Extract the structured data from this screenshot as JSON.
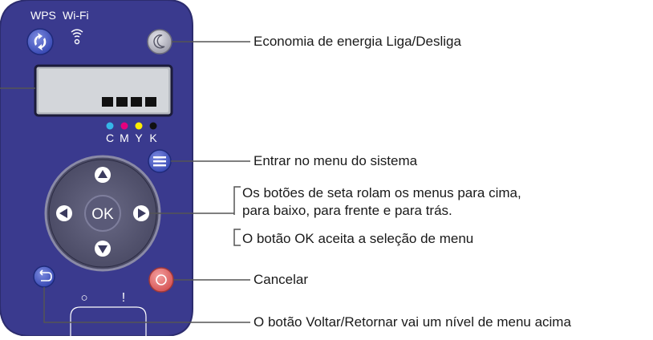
{
  "panel": {
    "wps_label": "WPS",
    "wifi_label": "Wi-Fi",
    "ink_labels": [
      "C",
      "M",
      "Y",
      "K"
    ],
    "ink_colors": [
      "#35b6e8",
      "#e5007e",
      "#ffed00",
      "#111111"
    ],
    "ok_label": "OK",
    "ready_symbol": "!",
    "power_symbol": "○"
  },
  "callouts": {
    "power_saver": "Economia de energia Liga/Desliga",
    "system_menu": "Entrar no menu do sistema",
    "arrow_line1": "Os botões de seta rolam os menus para cima,",
    "arrow_line2": "para baixo, para frente e para trás.",
    "ok_button": "O botão OK aceita a seleção de menu",
    "cancel": "Cancelar",
    "back": "O botão Voltar/Retornar vai um nível de menu acima"
  },
  "colors": {
    "panel": "#3a3a8e",
    "panel_border": "#2c2c6e",
    "button_blue": "#4a58c8",
    "cancel_red": "#e06a6a",
    "leader": "#555555"
  }
}
